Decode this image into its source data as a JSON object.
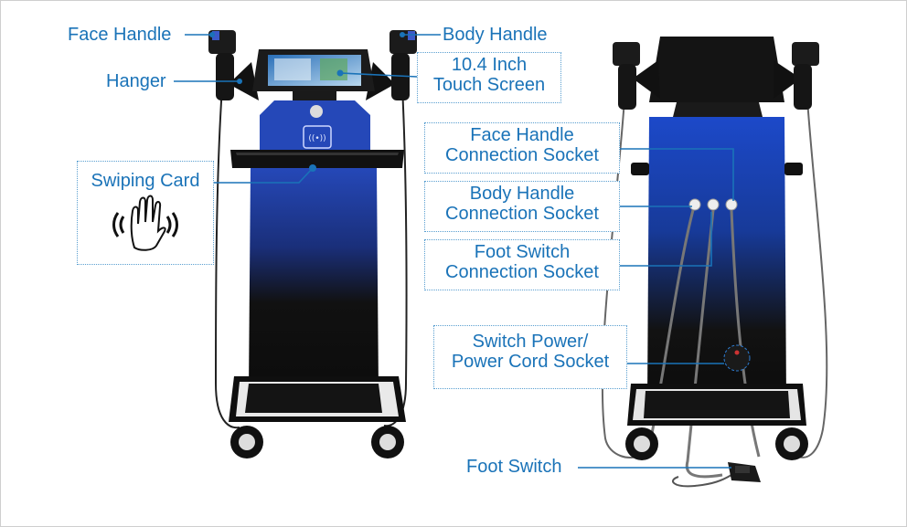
{
  "labels": {
    "face_handle": "Face Handle",
    "body_handle": "Body Handle",
    "hanger": "Hanger",
    "touch_screen_line1": "10.4 Inch",
    "touch_screen_line2": "Touch Screen",
    "swiping_card": "Swiping Card",
    "face_socket_line1": "Face Handle",
    "face_socket_line2": "Connection Socket",
    "body_socket_line1": "Body Handle",
    "body_socket_line2": "Connection Socket",
    "foot_socket_line1": "Foot Switch",
    "foot_socket_line2": "Connection Socket",
    "power_line1": "Switch Power/",
    "power_line2": "Power Cord Socket",
    "foot_switch": "Foot Switch"
  },
  "colors": {
    "label_blue": "#1a73b8",
    "machine_black": "#141414",
    "machine_blue": "#1f3fa8"
  },
  "icons": [
    "nfc-icon",
    "hand-swipe-icon",
    "power-icon"
  ]
}
